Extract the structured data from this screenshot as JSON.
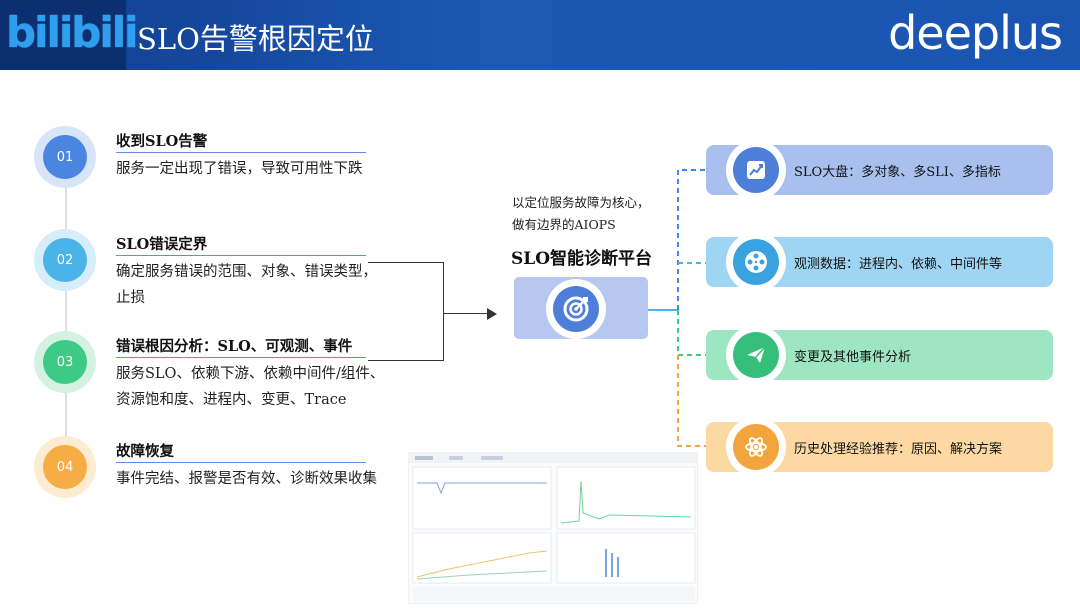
{
  "header": {
    "logo": "bilibili",
    "title": "SLO告警根因定位",
    "brand": "deeplus"
  },
  "steps": [
    {
      "num": "01",
      "title": "收到SLO告警",
      "desc": [
        "服务一定出现了错误，导致可用性下跌"
      ],
      "color": "#4a86e0",
      "halo": "#d8e5f8"
    },
    {
      "num": "02",
      "title": "SLO错误定界",
      "desc": [
        "确定服务错误的范围、对象、错误类型，",
        "止损"
      ],
      "color": "#4ab3e8",
      "halo": "#d6eef9"
    },
    {
      "num": "03",
      "title": "错误根因分析：SLO、可观测、事件",
      "desc": [
        "服务SLO、依赖下游、依赖中间件/组件、",
        "资源饱和度、进程内、变更、Trace"
      ],
      "color": "#3dca85",
      "halo": "#d4f2e2"
    },
    {
      "num": "04",
      "title": "故障恢复",
      "desc": [
        "事件完结、报警是否有效、诊断效果收集"
      ],
      "color": "#f6ad45",
      "halo": "#fdecd2"
    }
  ],
  "center": {
    "note_line1": "以定位服务故障为核心，",
    "note_line2": "做有边界的AIOPS",
    "title": "SLO智能诊断平台",
    "icon": "target-icon"
  },
  "categories": [
    {
      "label": "SLO大盘：多对象、多SLI、多指标",
      "icon": "chart-icon",
      "bg": "#a9c0ef",
      "icon_color": "#4d7fd9"
    },
    {
      "label": "观测数据：进程内、依赖、中间件等",
      "icon": "film-reel-icon",
      "bg": "#9fd5f2",
      "icon_color": "#3aa3df"
    },
    {
      "label": "变更及其他事件分析",
      "icon": "paper-plane-icon",
      "bg": "#9de6c1",
      "icon_color": "#35bf7a"
    },
    {
      "label": "历史处理经验推荐：原因、解决方案",
      "icon": "atom-icon",
      "bg": "#fcd9a3",
      "icon_color": "#f3a43c"
    }
  ],
  "connector_colors": [
    "#4a86e0",
    "#4ab3e8",
    "#3dca85",
    "#f3a43c"
  ]
}
